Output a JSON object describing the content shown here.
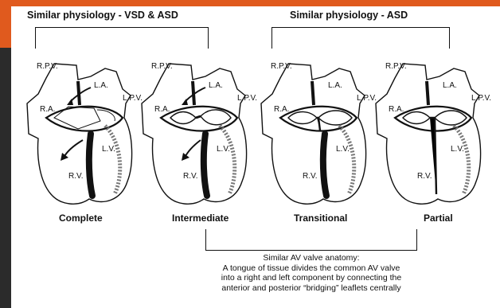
{
  "headers": {
    "left": "Similar physiology - VSD & ASD",
    "right": "Similar physiology - ASD"
  },
  "hearts": [
    {
      "id": "complete",
      "title": "Complete",
      "labels": {
        "rpv": "R.P.V.",
        "la": "L.A.",
        "lpv": "L.P.V.",
        "ra": "R.A.",
        "lv": "L.V.",
        "rv": "R.V."
      }
    },
    {
      "id": "intermediate",
      "title": "Intermediate",
      "labels": {
        "rpv": "R.P.V.",
        "la": "L.A.",
        "lpv": "L.P.V.",
        "ra": "R.A.",
        "lv": "L.V.",
        "rv": "R.V."
      }
    },
    {
      "id": "transitional",
      "title": "Transitional",
      "labels": {
        "rpv": "R.P.V.",
        "la": "L.A.",
        "lpv": "L.P.V.",
        "ra": "R.A.",
        "lv": "L.V.",
        "rv": "R.V."
      }
    },
    {
      "id": "partial",
      "title": "Partial",
      "labels": {
        "rpv": "R.P.V.",
        "la": "L.A.",
        "lpv": "L.P.V.",
        "ra": "R.A.",
        "lv": "L.V.",
        "rv": "R.V."
      }
    }
  ],
  "caption": {
    "line1": "Similar AV valve anatomy:",
    "line2": "A tongue of tissue divides the common AV valve",
    "line3": "into a right and left component by connecting the",
    "line4": "anterior and posterior “bridging” leaflets centrally"
  },
  "colors": {
    "accent": "#e05a1e",
    "ink": "#111111",
    "background": "#2b2b2b",
    "panel": "#ffffff"
  }
}
